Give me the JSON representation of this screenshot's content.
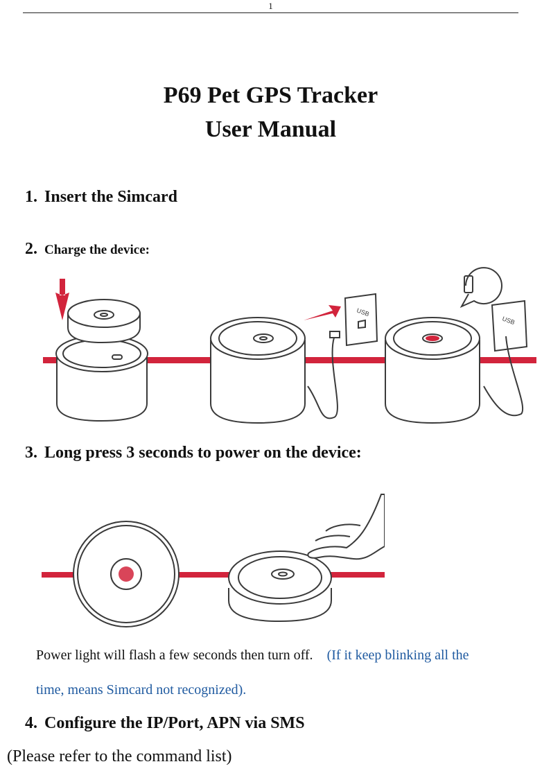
{
  "header": {
    "page_number": "1"
  },
  "title": {
    "line1": "P69 Pet GPS Tracker",
    "line2": "User Manual"
  },
  "steps": [
    {
      "num": "1.",
      "text": "Insert the Simcard"
    },
    {
      "num": "2.",
      "text": "Charge the device:"
    },
    {
      "num": "3.",
      "text": "Long press 3 seconds to power on the device:"
    },
    {
      "num": "4.",
      "text": "Configure the IP/Port, APN via SMS"
    }
  ],
  "figure_labels": {
    "usb": "USB"
  },
  "note": {
    "black": "Power light will flash a few seconds then turn off.",
    "blue_line1": "(If it keep blinking all the",
    "blue_line2": "time, means Simcard not recognized)."
  },
  "refer": "(Please refer to the command list)",
  "colors": {
    "accent_red": "#d2243c",
    "note_blue": "#1f5aa0",
    "line_gray": "#3a3a3a"
  }
}
